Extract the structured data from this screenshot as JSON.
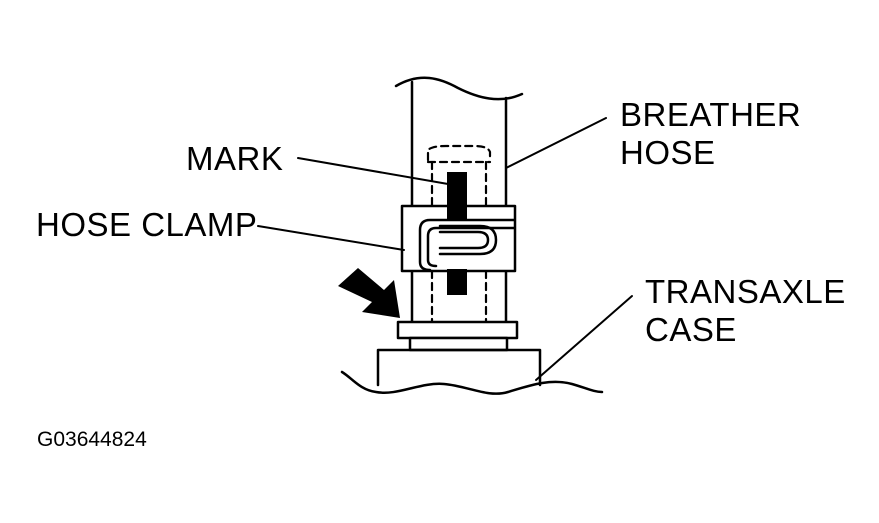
{
  "labels": {
    "breather_hose_line1": "BREATHER",
    "breather_hose_line2": "HOSE",
    "mark": "MARK",
    "hose_clamp": "HOSE CLAMP",
    "transaxle_case_line1": "TRANSAXLE",
    "transaxle_case_line2": "CASE"
  },
  "figure_id": "G03644824"
}
